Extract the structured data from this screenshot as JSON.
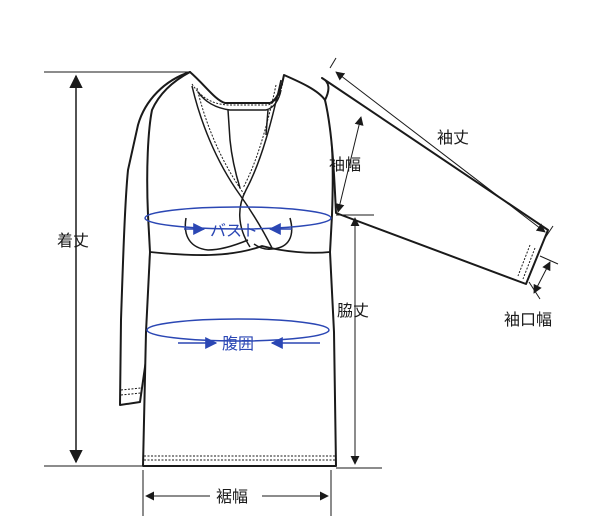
{
  "labels": {
    "total_length": "着丈",
    "sleeve_length": "袖丈",
    "sleeve_width": "袖幅",
    "bust": "バスト",
    "side_length": "脇丈",
    "waist": "腹囲",
    "cuff_width": "袖口幅",
    "hem_width": "裾幅"
  },
  "colors": {
    "outline": "#1a1a1a",
    "measure_line": "#1a1a1a",
    "accent_blue": "#2b47b4"
  }
}
